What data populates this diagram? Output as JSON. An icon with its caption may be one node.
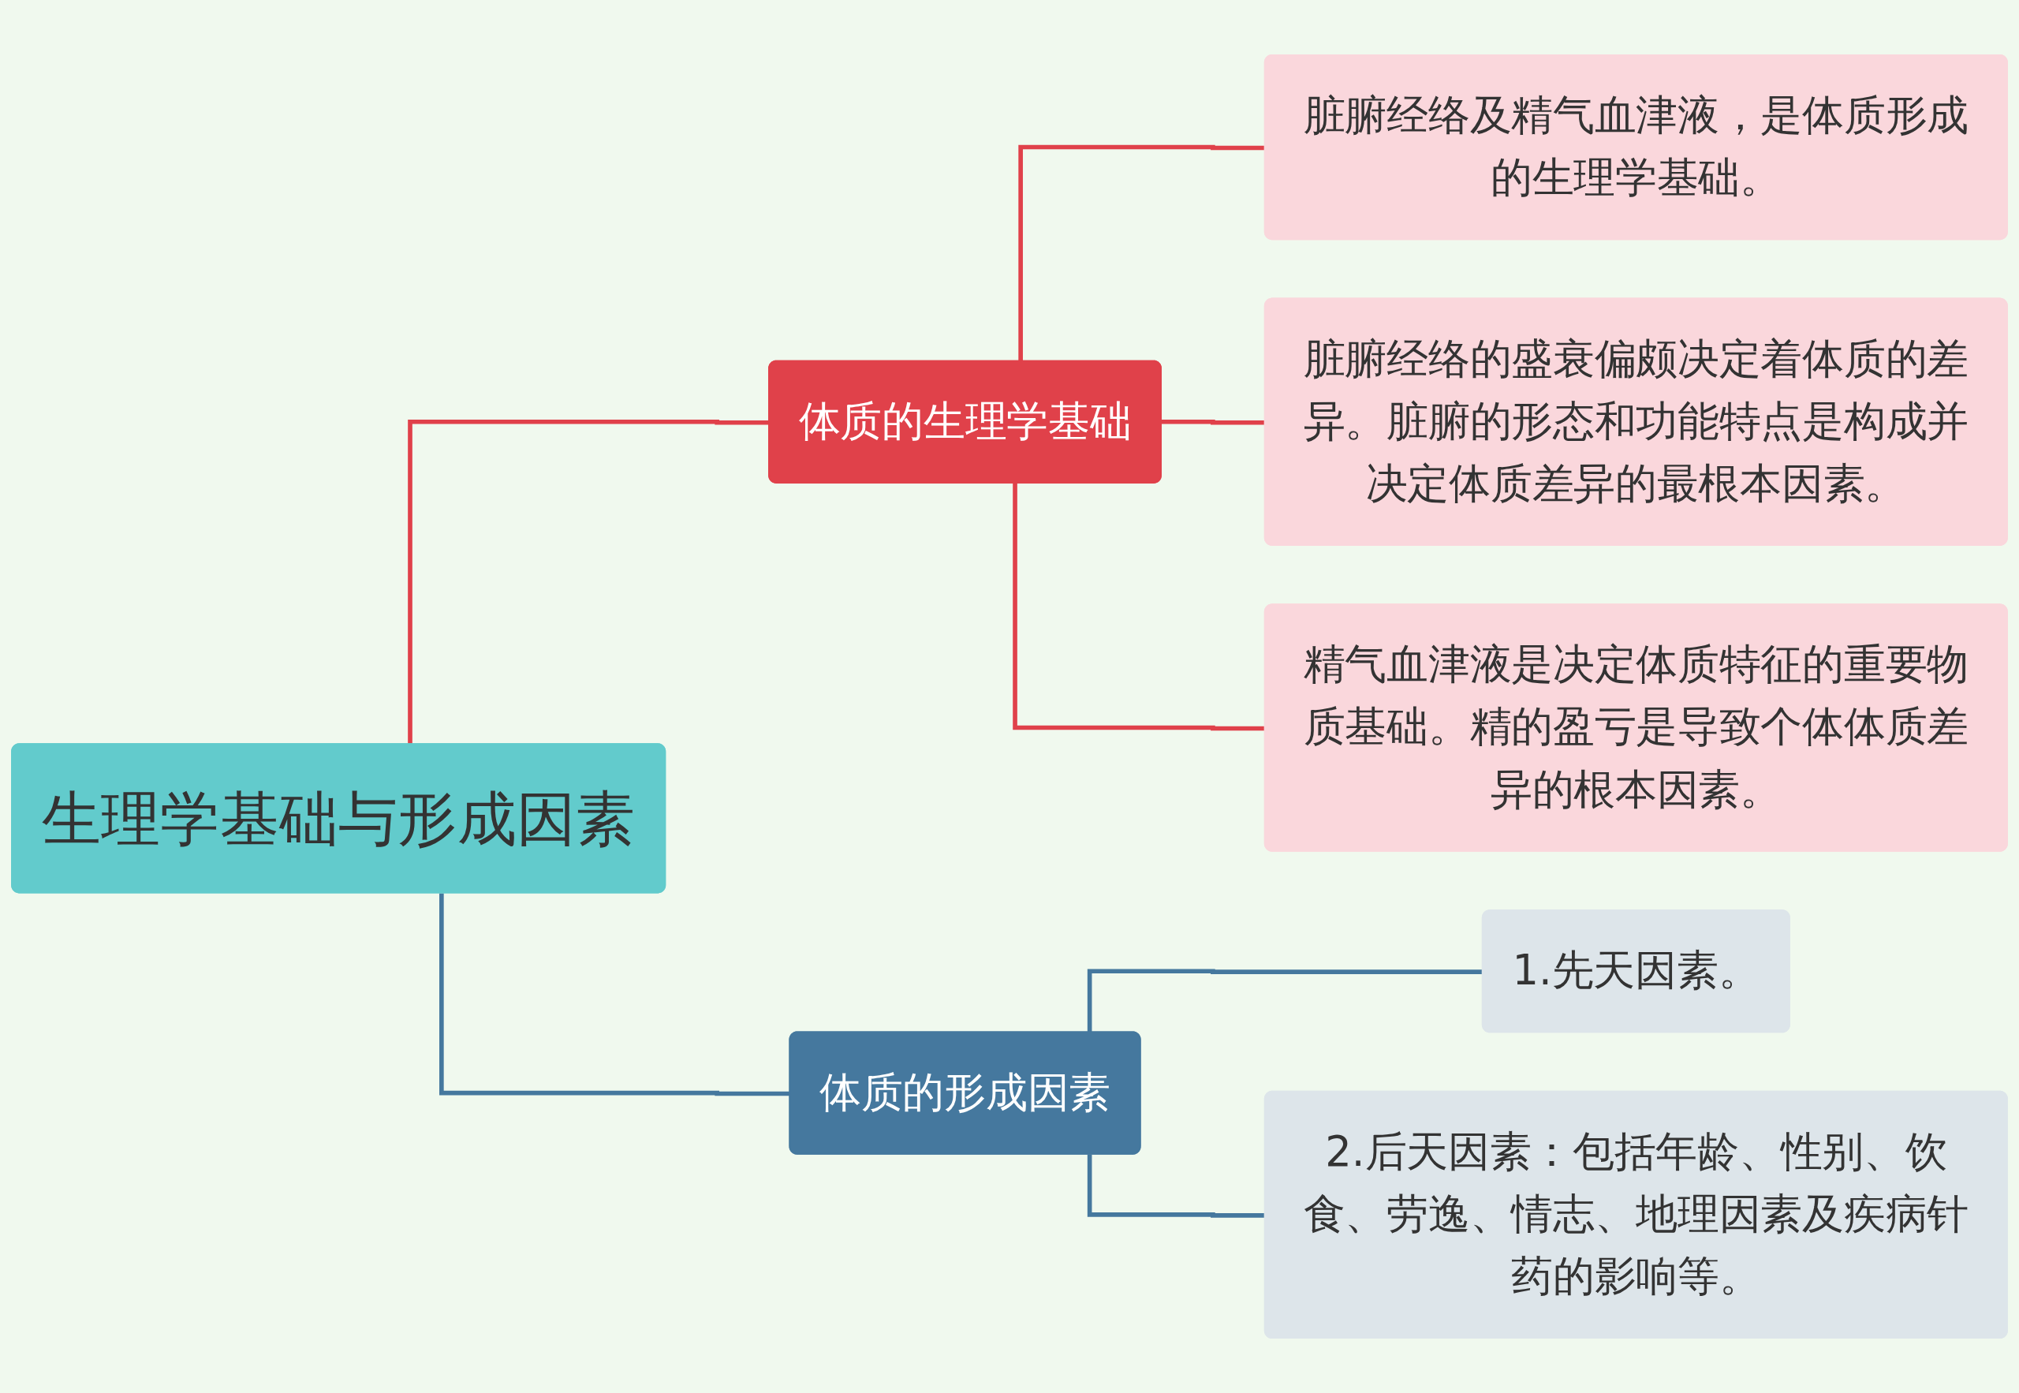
{
  "diagram": {
    "nodes": [
      {
        "text": [
          "生理学基础与形成因素"
        ]
      },
      {
        "text": [
          "体质的生理学基础"
        ]
      },
      {
        "text": [
          "脏腑经络及精气血津液，是体质形成的生理学基础。"
        ]
      },
      {
        "text": [
          "脏腑经络的盛衰偏颇决定着体质的差异。脏腑的形态和功能特点是构成并决定体质差异的最根本因素。"
        ]
      },
      {
        "text": [
          "精气血津液是决定体质特征的重要物质基础。精的盈亏是导致个体体质差异的根本因素。"
        ]
      },
      {
        "text": [
          "体质的形成因素"
        ]
      },
      {
        "text": [
          "1.先天因素。"
        ]
      },
      {
        "text": [
          "2.后天因素：包括年龄、性别、饮食、劳逸、情志、地理因素及疾病针药的影响等。"
        ]
      }
    ],
    "edges": [
      {
        "from": 0,
        "to": 1,
        "arrow": "none"
      },
      {
        "from": 1,
        "to": 2,
        "arrow": "none"
      },
      {
        "from": 1,
        "to": 3,
        "arrow": "none"
      },
      {
        "from": 1,
        "to": 4,
        "arrow": "none"
      },
      {
        "from": 0,
        "to": 5,
        "arrow": "none",
        "color": "#45789e"
      },
      {
        "from": 5,
        "to": 6,
        "arrow": "none",
        "color": "#45789e"
      },
      {
        "from": 5,
        "to": 7,
        "arrow": "none",
        "color": "#45789e"
      }
    ]
  }
}
